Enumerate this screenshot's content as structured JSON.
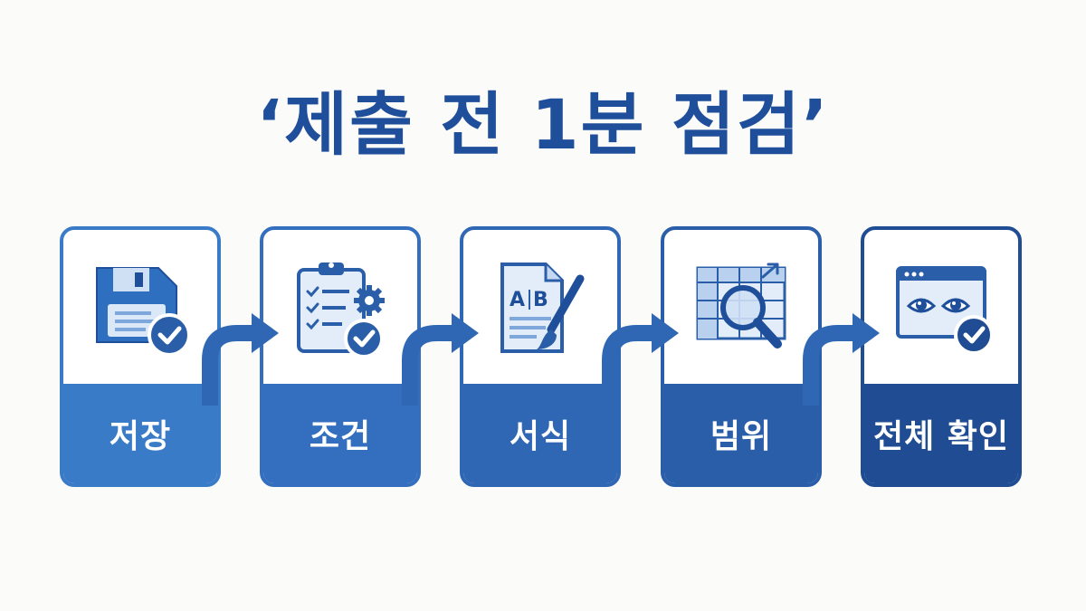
{
  "title": "‘제출 전 1분 점검’",
  "colors": {
    "title": "#1f4f9a",
    "steps": [
      "#3a7bc8",
      "#336fbe",
      "#2f67b4",
      "#2b5ea8",
      "#1f4c92"
    ],
    "arrow": "#2f67b4"
  },
  "steps": [
    {
      "label": "저장",
      "icon": "floppy-disk-check-icon"
    },
    {
      "label": "조건",
      "icon": "clipboard-checklist-gear-icon"
    },
    {
      "label": "서식",
      "icon": "document-format-brush-icon"
    },
    {
      "label": "범위",
      "icon": "grid-magnifier-icon"
    },
    {
      "label": "전체 확인",
      "icon": "browser-eyes-check-icon"
    }
  ]
}
